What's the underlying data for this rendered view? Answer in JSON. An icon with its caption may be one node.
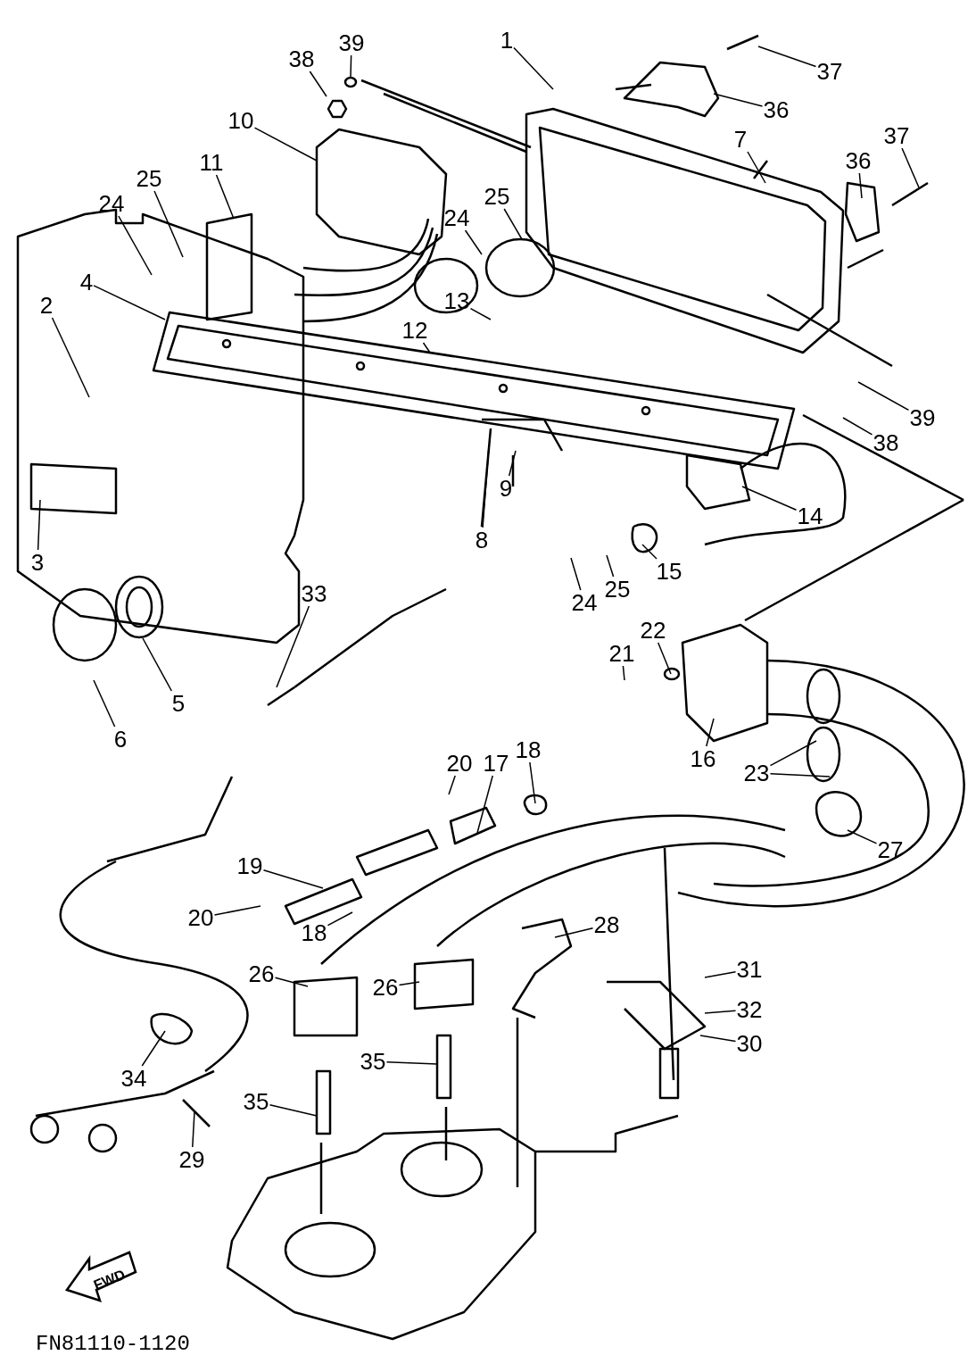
{
  "diagram": {
    "nodes": [
      {
        "text": [
          "1"
        ]
      },
      {
        "text": [
          "39"
        ]
      },
      {
        "text": [
          "38"
        ]
      },
      {
        "text": [
          "37"
        ]
      },
      {
        "text": [
          "36"
        ]
      },
      {
        "text": [
          "10"
        ]
      },
      {
        "text": [
          "11"
        ]
      },
      {
        "text": [
          "25"
        ]
      },
      {
        "text": [
          "24"
        ]
      },
      {
        "text": [
          "7"
        ]
      },
      {
        "text": [
          "37"
        ]
      },
      {
        "text": [
          "36"
        ]
      },
      {
        "text": [
          "25"
        ]
      },
      {
        "text": [
          "24"
        ]
      },
      {
        "text": [
          "2"
        ]
      },
      {
        "text": [
          "4"
        ]
      },
      {
        "text": [
          "13"
        ]
      },
      {
        "text": [
          "12"
        ]
      },
      {
        "text": [
          "39"
        ]
      },
      {
        "text": [
          "38"
        ]
      },
      {
        "text": [
          "3"
        ]
      },
      {
        "text": [
          "9"
        ]
      },
      {
        "text": [
          "8"
        ]
      },
      {
        "text": [
          "14"
        ]
      },
      {
        "text": [
          "24"
        ]
      },
      {
        "text": [
          "25"
        ]
      },
      {
        "text": [
          "15"
        ]
      },
      {
        "text": [
          "33"
        ]
      },
      {
        "text": [
          "5"
        ]
      },
      {
        "text": [
          "6"
        ]
      },
      {
        "text": [
          "22"
        ]
      },
      {
        "text": [
          "21"
        ]
      },
      {
        "text": [
          "16"
        ]
      },
      {
        "text": [
          "23"
        ]
      },
      {
        "text": [
          "20"
        ]
      },
      {
        "text": [
          "17"
        ]
      },
      {
        "text": [
          "18"
        ]
      },
      {
        "text": [
          "27"
        ]
      },
      {
        "text": [
          "19"
        ]
      },
      {
        "text": [
          "20"
        ]
      },
      {
        "text": [
          "18"
        ]
      },
      {
        "text": [
          "28"
        ]
      },
      {
        "text": [
          "26"
        ]
      },
      {
        "text": [
          "26"
        ]
      },
      {
        "text": [
          "31"
        ]
      },
      {
        "text": [
          "32"
        ]
      },
      {
        "text": [
          "30"
        ]
      },
      {
        "text": [
          "34"
        ]
      },
      {
        "text": [
          "35"
        ]
      },
      {
        "text": [
          "35"
        ]
      },
      {
        "text": [
          "29"
        ]
      }
    ],
    "edges": [
      {
        "from": 0,
        "to": null,
        "arrow": "none"
      },
      {
        "from": 1,
        "to": null,
        "arrow": "none"
      },
      {
        "from": 2,
        "to": null,
        "arrow": "none"
      },
      {
        "from": 3,
        "to": null,
        "arrow": "none"
      },
      {
        "from": 4,
        "to": null,
        "arrow": "none"
      },
      {
        "from": 5,
        "to": null,
        "arrow": "none"
      },
      {
        "from": 6,
        "to": null,
        "arrow": "none"
      },
      {
        "from": 7,
        "to": null,
        "arrow": "none"
      },
      {
        "from": 8,
        "to": null,
        "arrow": "none"
      },
      {
        "from": 9,
        "to": null,
        "arrow": "none"
      },
      {
        "from": 10,
        "to": null,
        "arrow": "none"
      },
      {
        "from": 11,
        "to": null,
        "arrow": "none"
      },
      {
        "from": 12,
        "to": null,
        "arrow": "none"
      },
      {
        "from": 13,
        "to": null,
        "arrow": "none"
      },
      {
        "from": 14,
        "to": null,
        "arrow": "none"
      },
      {
        "from": 15,
        "to": null,
        "arrow": "none"
      },
      {
        "from": 16,
        "to": null,
        "arrow": "none"
      },
      {
        "from": 17,
        "to": null,
        "arrow": "none"
      },
      {
        "from": 18,
        "to": null,
        "arrow": "none"
      },
      {
        "from": 19,
        "to": null,
        "arrow": "none"
      },
      {
        "from": 20,
        "to": null,
        "arrow": "none"
      },
      {
        "from": 21,
        "to": null,
        "arrow": "none"
      },
      {
        "from": 22,
        "to": null,
        "arrow": "none"
      },
      {
        "from": 23,
        "to": null,
        "arrow": "none"
      },
      {
        "from": 24,
        "to": null,
        "arrow": "none"
      },
      {
        "from": 25,
        "to": null,
        "arrow": "none"
      },
      {
        "from": 26,
        "to": null,
        "arrow": "none"
      },
      {
        "from": 27,
        "to": null,
        "arrow": "none"
      },
      {
        "from": 28,
        "to": null,
        "arrow": "none"
      },
      {
        "from": 29,
        "to": null,
        "arrow": "none"
      },
      {
        "from": 30,
        "to": null,
        "arrow": "none"
      },
      {
        "from": 31,
        "to": null,
        "arrow": "none"
      },
      {
        "from": 32,
        "to": null,
        "arrow": "none"
      },
      {
        "from": 33,
        "to": null,
        "arrow": "none"
      },
      {
        "from": 33,
        "to": null,
        "arrow": "none"
      },
      {
        "from": 34,
        "to": null,
        "arrow": "none"
      },
      {
        "from": 35,
        "to": null,
        "arrow": "none"
      },
      {
        "from": 36,
        "to": null,
        "arrow": "none"
      },
      {
        "from": 37,
        "to": null,
        "arrow": "none"
      },
      {
        "from": 38,
        "to": null,
        "arrow": "none"
      },
      {
        "from": 39,
        "to": null,
        "arrow": "none"
      },
      {
        "from": 40,
        "to": null,
        "arrow": "none"
      },
      {
        "from": 41,
        "to": null,
        "arrow": "none"
      },
      {
        "from": 42,
        "to": null,
        "arrow": "none"
      },
      {
        "from": 43,
        "to": null,
        "arrow": "none"
      },
      {
        "from": 44,
        "to": null,
        "arrow": "none"
      },
      {
        "from": 45,
        "to": null,
        "arrow": "none"
      },
      {
        "from": 46,
        "to": null,
        "arrow": "none"
      },
      {
        "from": 47,
        "to": null,
        "arrow": "none"
      },
      {
        "from": 48,
        "to": null,
        "arrow": "none"
      },
      {
        "from": 49,
        "to": null,
        "arrow": "none"
      },
      {
        "from": 50,
        "to": null,
        "arrow": "none"
      }
    ],
    "labels": [
      "FWD",
      "FN81110-1120"
    ]
  }
}
